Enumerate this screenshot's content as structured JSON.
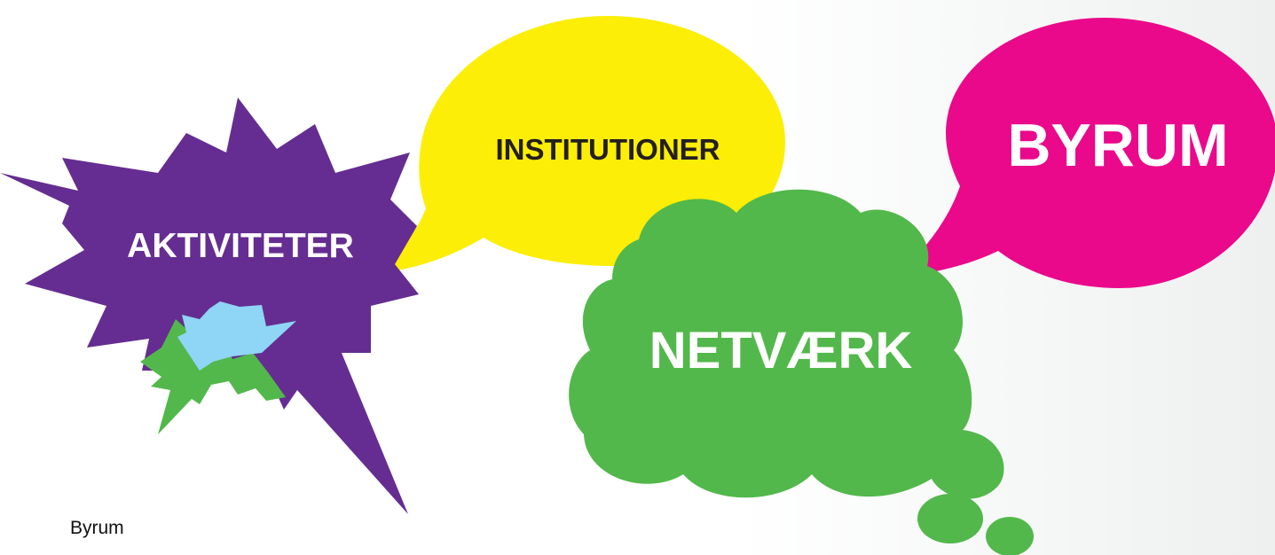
{
  "bubbles": {
    "aktiviteter": {
      "label": "AKTIVITETER",
      "color": "#652d91"
    },
    "institutioner": {
      "label": "INSTITUTIONER",
      "color": "#fcee06"
    },
    "byrum": {
      "label": "BYRUM",
      "color": "#ea088b"
    },
    "netvaerk": {
      "label": "NETVÆRK",
      "color": "#52b84b"
    }
  },
  "accents": {
    "green_burst_color": "#52b84b",
    "blue_burst_color": "#8fd5f5"
  },
  "caption": "Byrum"
}
